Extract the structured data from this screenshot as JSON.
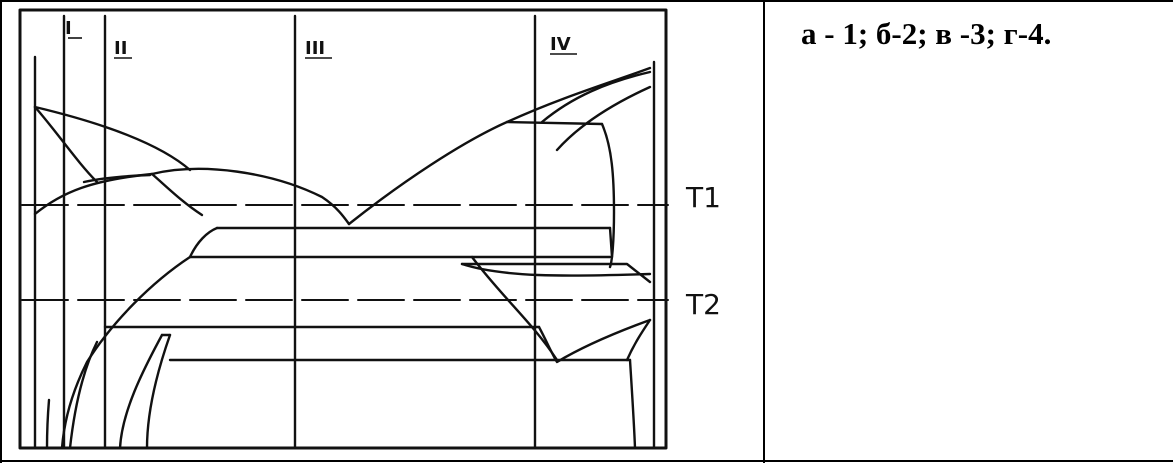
{
  "diagram": {
    "section_labels": [
      "I",
      "II",
      "III",
      "IV"
    ],
    "temperature_labels": [
      "T1",
      "T2"
    ]
  },
  "answer": {
    "text": "а - 1; б-2; в -3; г-4."
  }
}
